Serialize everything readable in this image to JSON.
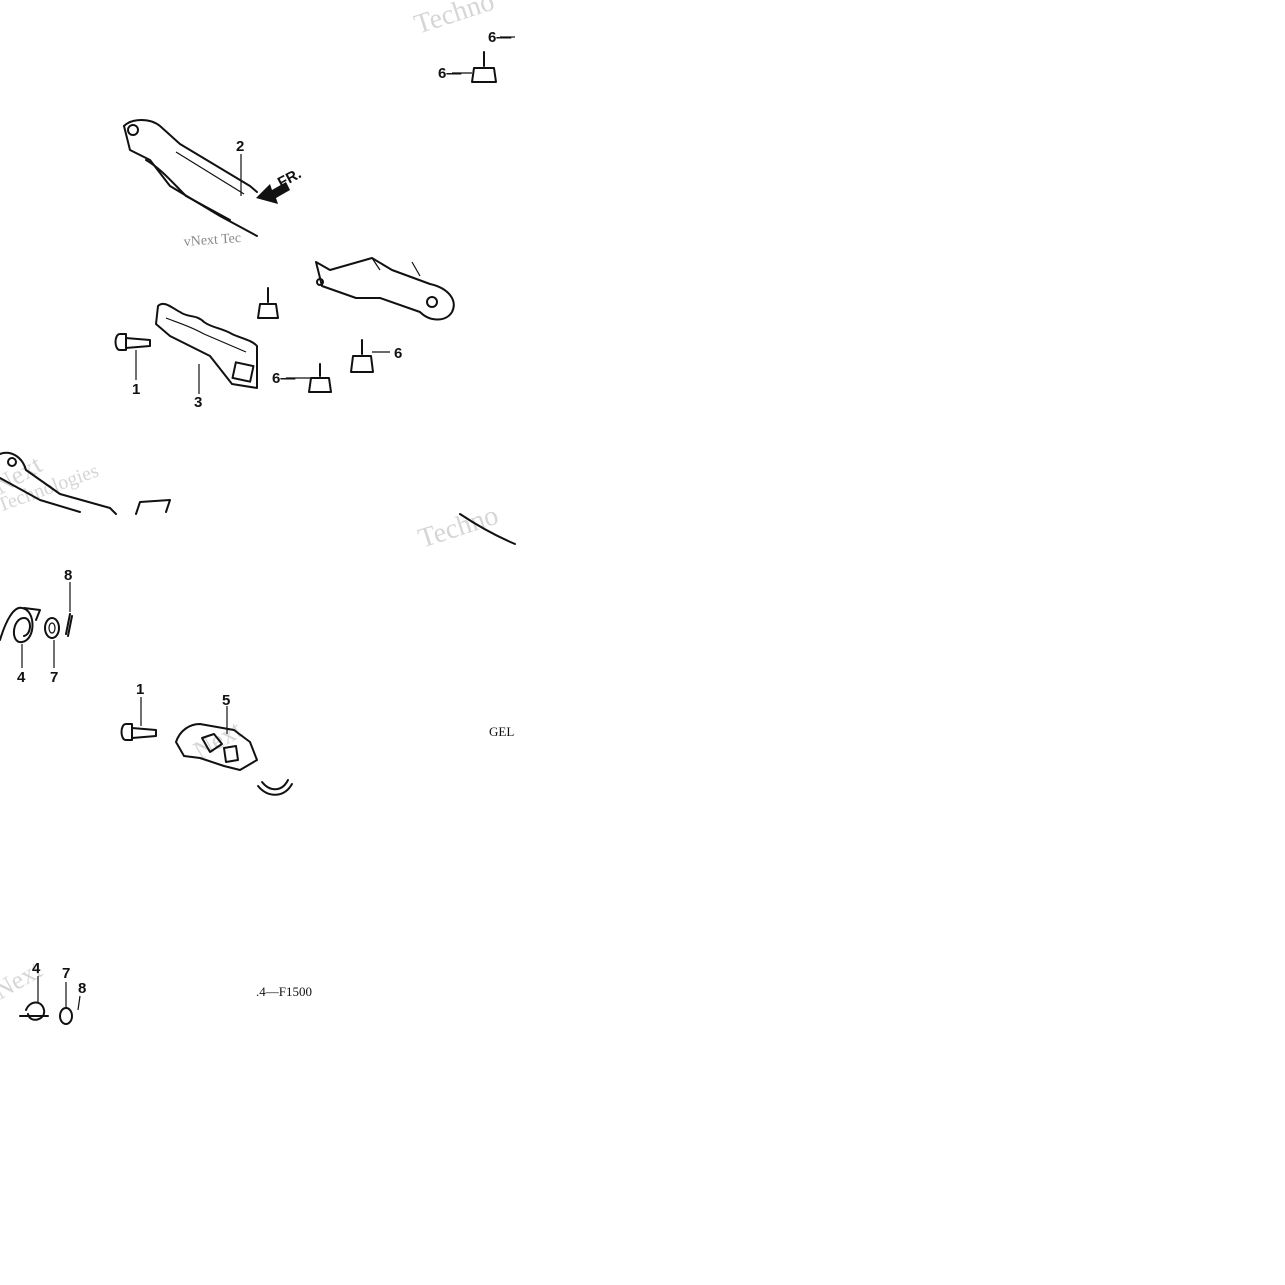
{
  "diagram": {
    "callouts": [
      {
        "id": "c6a",
        "label": "6—"
      },
      {
        "id": "c6b",
        "label": "6—"
      },
      {
        "id": "c2",
        "label": "2"
      },
      {
        "id": "c1a",
        "label": "1"
      },
      {
        "id": "c3",
        "label": "3"
      },
      {
        "id": "c6c",
        "label": "6—"
      },
      {
        "id": "c6d",
        "label": "6"
      },
      {
        "id": "c8a",
        "label": "8"
      },
      {
        "id": "c4a",
        "label": "4"
      },
      {
        "id": "c7a",
        "label": "7"
      },
      {
        "id": "c1b",
        "label": "1"
      },
      {
        "id": "c5",
        "label": "5"
      },
      {
        "id": "c4b",
        "label": "4"
      },
      {
        "id": "c7b",
        "label": "7"
      },
      {
        "id": "c8b",
        "label": "8"
      }
    ],
    "direction_label": "FR.",
    "figure_code": ".4—F1500",
    "section_code": "GEL",
    "watermarks": {
      "technologies": "Techno",
      "vnext_tec": "vNext Tec",
      "next": "Next",
      "technologies_full": "Technologies",
      "ogies": "ologies"
    }
  }
}
